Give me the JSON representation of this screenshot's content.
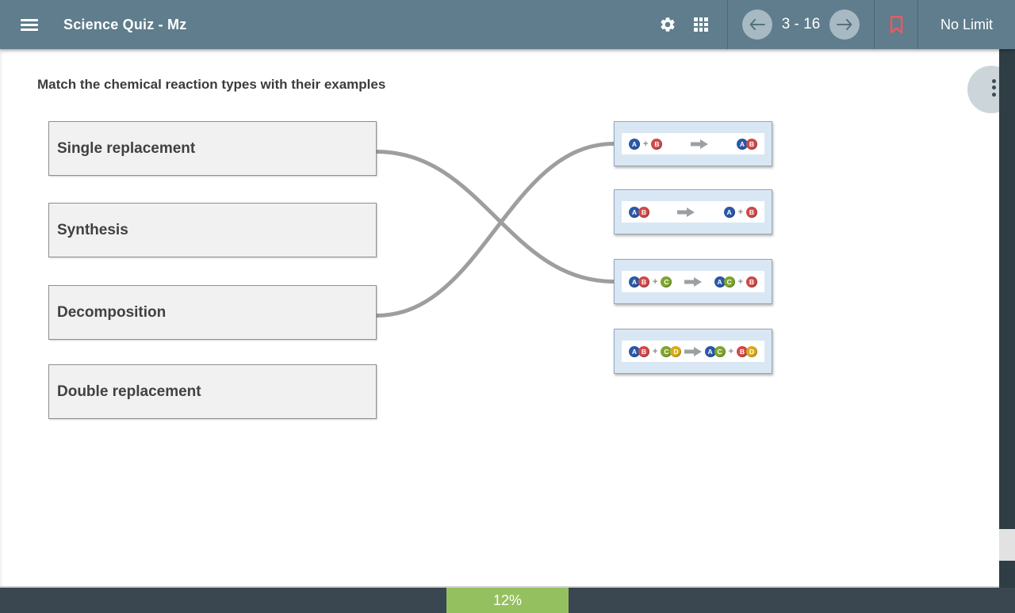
{
  "header": {
    "menu_icon": "hamburger-menu",
    "title": "Science Quiz - Mz",
    "settings_icon": "gear",
    "apps_icon": "grid-3x3",
    "prev_icon": "arrow-left-circle",
    "position": "3 - 16",
    "next_icon": "arrow-right-circle",
    "bookmark_icon": "bookmark-outline",
    "limit_label": "No Limit"
  },
  "question": {
    "prompt": "Match the chemical reaction types with their examples"
  },
  "match": {
    "left": [
      {
        "label": "Single replacement"
      },
      {
        "label": "Synthesis"
      },
      {
        "label": "Decomposition"
      },
      {
        "label": "Double replacement"
      }
    ],
    "right": [
      {
        "name": "A + B -> AB",
        "reactants": [
          [
            "A"
          ],
          [
            "B"
          ]
        ],
        "products": [
          [
            "A",
            "B"
          ]
        ]
      },
      {
        "name": "AB -> A + B",
        "reactants": [
          [
            "A",
            "B"
          ]
        ],
        "products": [
          [
            "A"
          ],
          [
            "B"
          ]
        ]
      },
      {
        "name": "AB + C -> AC + B",
        "reactants": [
          [
            "A",
            "B"
          ],
          [
            "C"
          ]
        ],
        "products": [
          [
            "A",
            "C"
          ],
          [
            "B"
          ]
        ]
      },
      {
        "name": "AB + CD -> AC + BD",
        "reactants": [
          [
            "A",
            "B"
          ],
          [
            "C",
            "D"
          ]
        ],
        "products": [
          [
            "A",
            "C"
          ],
          [
            "B",
            "D"
          ]
        ]
      }
    ],
    "connections": [
      {
        "from": 0,
        "to": 2
      },
      {
        "from": 2,
        "to": 0
      }
    ]
  },
  "more_icon": "kebab-vertical-dots",
  "progress": {
    "label": "12%"
  },
  "colors": {
    "header_bg": "#5f7d8c",
    "rail_bg": "#2f3d45",
    "bottom_bar_bg": "#3a4750",
    "accent_green": "#95c05f",
    "bookmark_red": "#f4565e",
    "connector_gray": "#9e9e9e",
    "option_blue_bg": "#d9e7f5",
    "atoms": {
      "A": "#2b58a8",
      "B": "#cf4a4a",
      "C": "#7ea62f",
      "D": "#d9ac1c"
    }
  }
}
